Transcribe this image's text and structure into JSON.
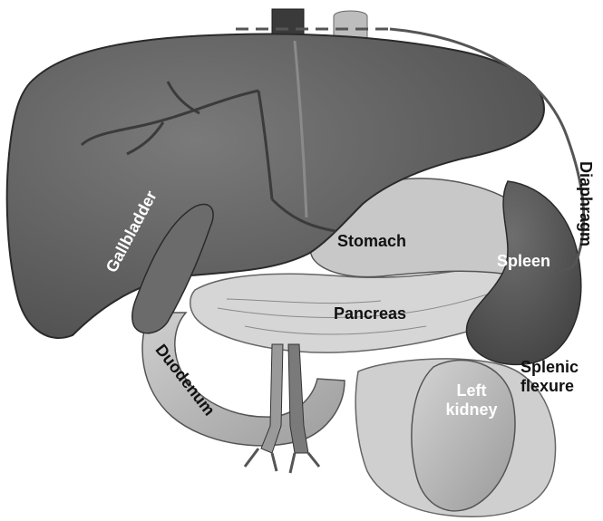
{
  "labels": {
    "stomach": "Stomach",
    "pancreas": "Pancreas",
    "spleen": "Spleen",
    "gallbladder": "Gallbladder",
    "duodenum": "Duodenum",
    "diaphragm": "Diaphragm",
    "splenic_flexure_line1": "Splenic",
    "splenic_flexure_line2": "flexure",
    "left_kidney_line1": "Left",
    "left_kidney_line2": "kidney"
  },
  "colors": {
    "liver": "#5f5f5f",
    "liver_shadow": "#4a4a4a",
    "gallbladder": "#6a6a6a",
    "duodenum": "#bdbdbd",
    "pancreas": "#d2d2d2",
    "stomach": "#c9c9c9",
    "spleen": "#5a5a5a",
    "kidney": "#c2c2c2",
    "colon": "#d0d0d0",
    "vessels": "#2a2a2a",
    "diaphragm_line": "#555555"
  }
}
